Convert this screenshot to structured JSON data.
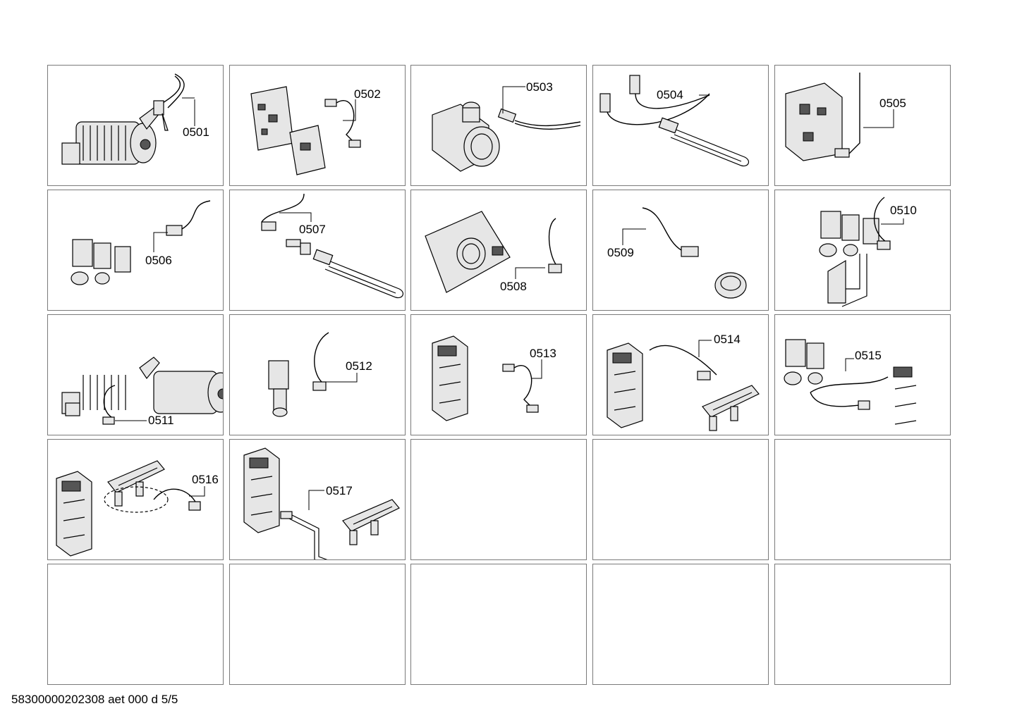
{
  "cells": [
    {
      "label": "0501"
    },
    {
      "label": "0502"
    },
    {
      "label": "0503"
    },
    {
      "label": "0504"
    },
    {
      "label": "0505"
    },
    {
      "label": "0506"
    },
    {
      "label": "0507"
    },
    {
      "label": "0508"
    },
    {
      "label": "0509"
    },
    {
      "label": "0510"
    },
    {
      "label": "0511"
    },
    {
      "label": "0512"
    },
    {
      "label": "0513"
    },
    {
      "label": "0514"
    },
    {
      "label": "0515"
    },
    {
      "label": "0516"
    },
    {
      "label": "0517"
    },
    {
      "label": ""
    },
    {
      "label": ""
    },
    {
      "label": ""
    },
    {
      "label": ""
    },
    {
      "label": ""
    },
    {
      "label": ""
    },
    {
      "label": ""
    },
    {
      "label": ""
    }
  ],
  "footer": {
    "text": "58300000202308 aet 000 d 5/5"
  }
}
